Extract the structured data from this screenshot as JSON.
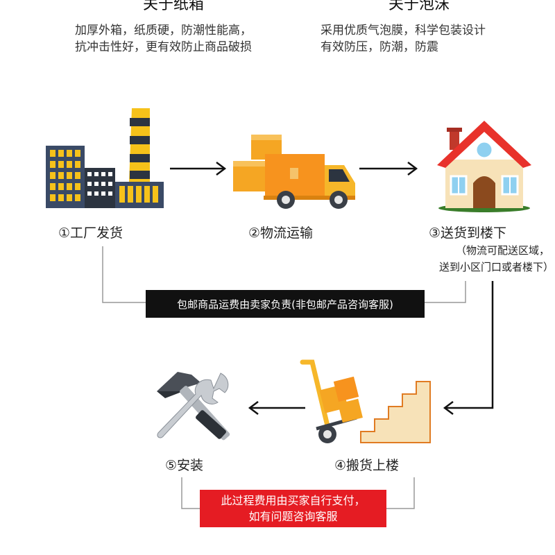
{
  "header": {
    "left": {
      "title": "关于纸箱",
      "lines": [
        "加厚外箱，纸质硬，防潮性能高，",
        "抗冲击性好，更有效防止商品破损"
      ]
    },
    "right": {
      "title": "关于泡沫",
      "lines": [
        "采用优质气泡膜，科学包装设计",
        "有效防压，防潮，防震"
      ]
    }
  },
  "steps": [
    {
      "label": "①工厂发货",
      "icon": "factory-icon"
    },
    {
      "label": "②物流运输",
      "icon": "delivery-truck-icon"
    },
    {
      "label": "③送货到楼下",
      "icon": "house-icon"
    },
    {
      "label": "④搬货上楼",
      "icon": "hand-truck-stairs-icon"
    },
    {
      "label": "⑤安装",
      "icon": "hammer-wrench-icon"
    }
  ],
  "delivery_note": [
    "（物流可配送区域，",
    "送到小区门口或者楼下）"
  ],
  "free_shipping_banner": "包邮商品运费由卖家负责(非包邮产品咨询客服)",
  "buyer_cost_banner": [
    "此过程费用由买家自行支付，",
    "如有问题咨询客服"
  ],
  "colors": {
    "orange": "#f5a623",
    "yellow": "#f6c21a",
    "red": "#e51c23",
    "black": "#111111",
    "roof_red": "#e8322b",
    "gray": "#999999"
  }
}
